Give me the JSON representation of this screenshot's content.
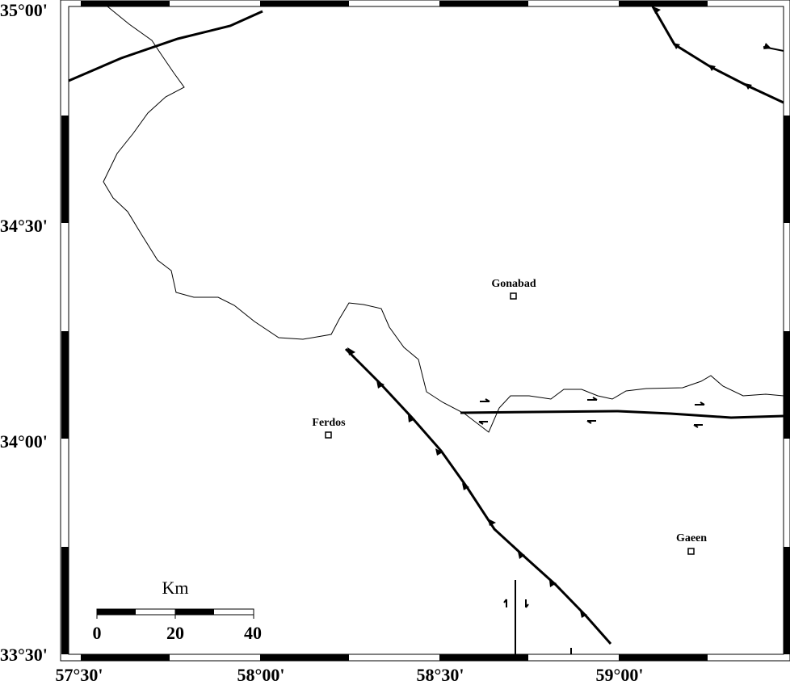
{
  "map": {
    "lat_labels": [
      "35°00'",
      "34°30'",
      "34°00'",
      "33°30'"
    ],
    "lon_labels": [
      "57°30'",
      "58°00'",
      "58°30'",
      "59°00'"
    ],
    "cities": [
      {
        "name": "Gonabad"
      },
      {
        "name": "Ferdos"
      },
      {
        "name": "Gaeen"
      }
    ],
    "scale_bar": {
      "unit": "Km",
      "ticks": [
        "0",
        "20",
        "40"
      ]
    }
  }
}
